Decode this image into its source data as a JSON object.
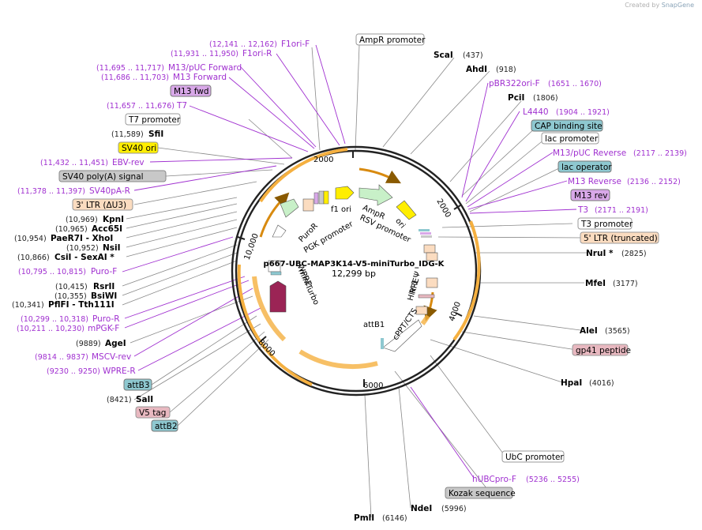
{
  "app": {
    "credit_prefix": "Created by",
    "brand": "SnapGene"
  },
  "plasmid": {
    "name": "p667-UBC-MAP3K14-V5-miniTurbo_IDG-K",
    "size": "12,299 bp"
  },
  "ticks": [
    "2000",
    "4000",
    "6000",
    "8000",
    "10,000"
  ],
  "inner_features": {
    "f1ori": "f1 ori",
    "ampr": "AmpR",
    "rsv": "RSV promoter",
    "ori": "ori",
    "puror": "PuroR",
    "pgk": "PGK promoter",
    "wpre": "WPRE",
    "miniturbo": "miniTurbo",
    "hiv": "HIV-1 Ψ",
    "rre": "RRE",
    "cppt": "cPPT/CTS",
    "attb1": "attB1"
  },
  "right_labels": {
    "ampr_promoter": "AmpR promoter",
    "scai": "ScaI",
    "scai_pos": "(437)",
    "ahdi": "AhdI",
    "ahdi_pos": "(918)",
    "pbr": "pBR322ori-F",
    "pbr_pos": "(1651 .. 1670)",
    "pcii": "PciI",
    "pcii_pos": "(1806)",
    "l4440": "L4440",
    "l4440_pos": "(1904 .. 1921)",
    "cap": "CAP binding site",
    "lacprom": "lac promoter",
    "m13puc_rev": "M13/pUC Reverse",
    "m13puc_rev_pos": "(2117 .. 2139)",
    "lacop": "lac operator",
    "m13rev": "M13 Reverse",
    "m13rev_pos": "(2136 .. 2152)",
    "m13revbox": "M13 rev",
    "t3": "T3",
    "t3_pos": "(2171 .. 2191)",
    "t3prom": "T3 promoter",
    "ltr": "5' LTR (truncated)",
    "nrui": "NruI *",
    "nrui_pos": "(2825)",
    "mfei": "MfeI",
    "mfei_pos": "(3177)",
    "alei": "AleI",
    "alei_pos": "(3565)",
    "gp41": "gp41 peptide",
    "hpai": "HpaI",
    "hpai_pos": "(4016)",
    "ubc": "UbC promoter",
    "hubc": "hUBCpro-F",
    "hubc_pos": "(5236 .. 5255)",
    "kozak": "Kozak sequence",
    "ndei": "NdeI",
    "ndei_pos": "(5996)",
    "pmli": "PmlI",
    "pmli_pos": "(6146)"
  },
  "left_labels": {
    "f1orif": "F1ori-F",
    "f1orif_pos": "(12,141 .. 12,162)",
    "f1orir": "F1ori-R",
    "f1orir_pos": "(11,931 .. 11,950)",
    "m13puc": "M13/pUC Forward",
    "m13puc_pos": "(11,695 .. 11,717)",
    "m13f": "M13 Forward",
    "m13f_pos": "(11,686 .. 11,703)",
    "m13fwd": "M13 fwd",
    "t7": "T7",
    "t7_pos": "(11,657 .. 11,676)",
    "t7prom": "T7 promoter",
    "sfii": "SfiI",
    "sfii_pos": "(11,589)",
    "sv40ori": "SV40 ori",
    "ebv": "EBV-rev",
    "ebv_pos": "(11,432 .. 11,451)",
    "sv40poly": "SV40 poly(A) signal",
    "sv40pa": "SV40pA-R",
    "sv40pa_pos": "(11,378 .. 11,397)",
    "ltr3": "3' LTR (ΔU3)",
    "kpni": "KpnI",
    "kpni_pos": "(10,969)",
    "acc65i": "Acc65I",
    "acc65i_pos": "(10,965)",
    "pae": "PaeR7I  - XhoI",
    "pae_pos": "(10,954)",
    "nsii": "NsiI",
    "nsii_pos": "(10,952)",
    "csii": "CsiI  - SexAI *",
    "csii_pos": "(10,866)",
    "purof": "Puro-F",
    "purof_pos": "(10,795 .. 10,815)",
    "rsrii": "RsrII",
    "rsrii_pos": "(10,415)",
    "bsiwi": "BsiWI",
    "bsiwi_pos": "(10,355)",
    "pflfi": "PflFI  - Tth111I",
    "pflfi_pos": "(10,341)",
    "puror_p": "Puro-R",
    "puror_p_pos": "(10,299 .. 10,318)",
    "mpgk": "mPGK-F",
    "mpgk_pos": "(10,211 .. 10,230)",
    "agei": "AgeI",
    "agei_pos": "(9889)",
    "mscv": "MSCV-rev",
    "mscv_pos": "(9814 .. 9837)",
    "wprer": "WPRE-R",
    "wprer_pos": "(9230 .. 9250)",
    "attb3": "attB3",
    "sali": "SalI",
    "sali_pos": "(8421)",
    "v5": "V5 tag",
    "attb2": "attB2"
  },
  "colors": {
    "primer": "#a030d0",
    "orange": "#f0a020",
    "green": "#8ed08e",
    "yellow": "#ffee00",
    "maroon": "#9b2455",
    "peach": "#fbdcc0",
    "teal": "#8ec8d0",
    "grey": "#c8c8c8",
    "lavender": "#d8a8e8",
    "pink": "#e8b8c0"
  }
}
